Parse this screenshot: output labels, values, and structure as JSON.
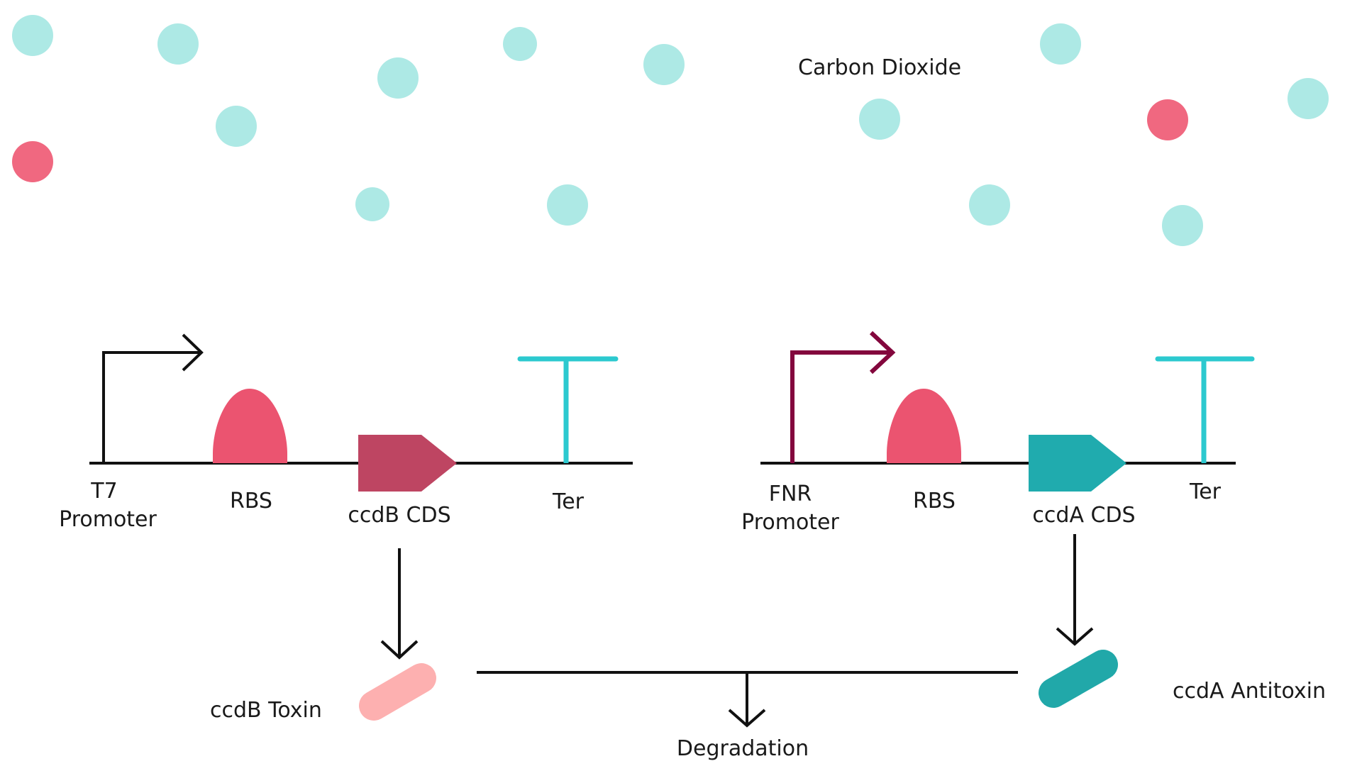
{
  "colors": {
    "co2": "#ade9e5",
    "oxygen": "#f06880",
    "rbs": "#eb5470",
    "ccdb_cds": "#be4562",
    "ccda_cds": "#20abae",
    "terminator": "#2cc9cf",
    "fnr_promoter": "#83073d",
    "t7_promoter": "#111111",
    "ccdb_toxin": "#fdb0b0",
    "ccda_antitoxin": "#21a8a9",
    "line": "#111111"
  },
  "labels": {
    "co2": "Carbon Dioxide",
    "circuit_left": {
      "promoter_line1": "T7",
      "promoter_line2": "Promoter",
      "rbs": "RBS",
      "cds": "ccdB CDS",
      "terminator": "Ter"
    },
    "circuit_right": {
      "promoter_line1": "FNR",
      "promoter_line2": "Promoter",
      "rbs": "RBS",
      "cds": "ccdA CDS",
      "terminator": "Ter"
    },
    "toxin": "ccdB Toxin",
    "antitoxin": "ccdA Antitoxin",
    "degradation": "Degradation"
  }
}
